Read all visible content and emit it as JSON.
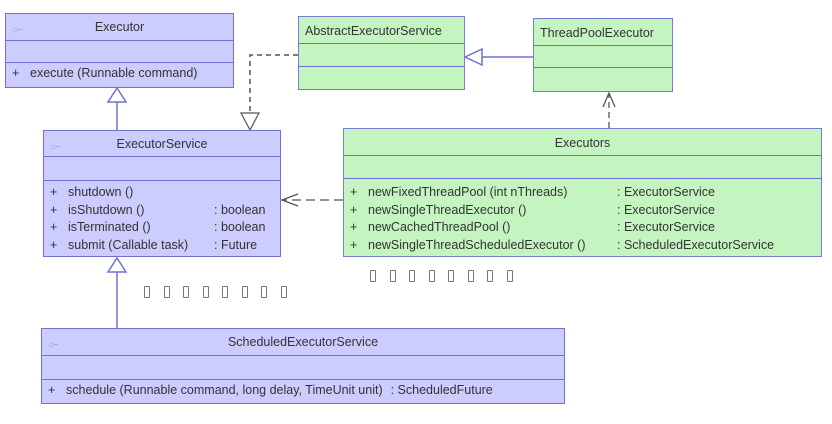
{
  "classes": {
    "executor": {
      "name": "Executor",
      "stereotype_icon": "interface-icon",
      "operations": [
        {
          "vis": "+",
          "sig": "execute (Runnable command)",
          "ret": ""
        }
      ]
    },
    "abstract_executor_service": {
      "name": "AbstractExecutorService"
    },
    "thread_pool_executor": {
      "name": "ThreadPoolExecutor"
    },
    "executor_service": {
      "name": "ExecutorService",
      "stereotype_icon": "interface-icon",
      "operations": [
        {
          "vis": "+",
          "sig": "shutdown ()",
          "ret": ""
        },
        {
          "vis": "+",
          "sig": "isShutdown ()",
          "ret": ": boolean"
        },
        {
          "vis": "+",
          "sig": "isTerminated ()",
          "ret": ": boolean"
        },
        {
          "vis": "+",
          "sig": "submit (Callable task)",
          "ret": ": Future"
        }
      ]
    },
    "executors": {
      "name": "Executors",
      "operations": [
        {
          "vis": "+",
          "sig": "newFixedThreadPool (int nThreads)",
          "ret": ": ExecutorService"
        },
        {
          "vis": "+",
          "sig": "newSingleThreadExecutor ()",
          "ret": ": ExecutorService"
        },
        {
          "vis": "+",
          "sig": "newCachedThreadPool ()",
          "ret": ": ExecutorService"
        },
        {
          "vis": "+",
          "sig": "newSingleThreadScheduledExecutor ()",
          "ret": ": ScheduledExecutorService"
        }
      ]
    },
    "scheduled_executor_service": {
      "name": "ScheduledExecutorService",
      "stereotype_icon": "interface-icon",
      "operations": [
        {
          "vis": "+",
          "sig": "schedule (Runnable command, long delay, TimeUnit unit)",
          "ret": ": ScheduledFuture"
        }
      ]
    }
  },
  "icons": {
    "interface": "○−"
  },
  "colors": {
    "interface_fill": "#ccccff",
    "class_fill": "#c4f5c0",
    "border": "#6f6fd6",
    "connector": "#555555"
  },
  "unrendered_labels": {
    "left_count": 8,
    "right_count": 8
  }
}
